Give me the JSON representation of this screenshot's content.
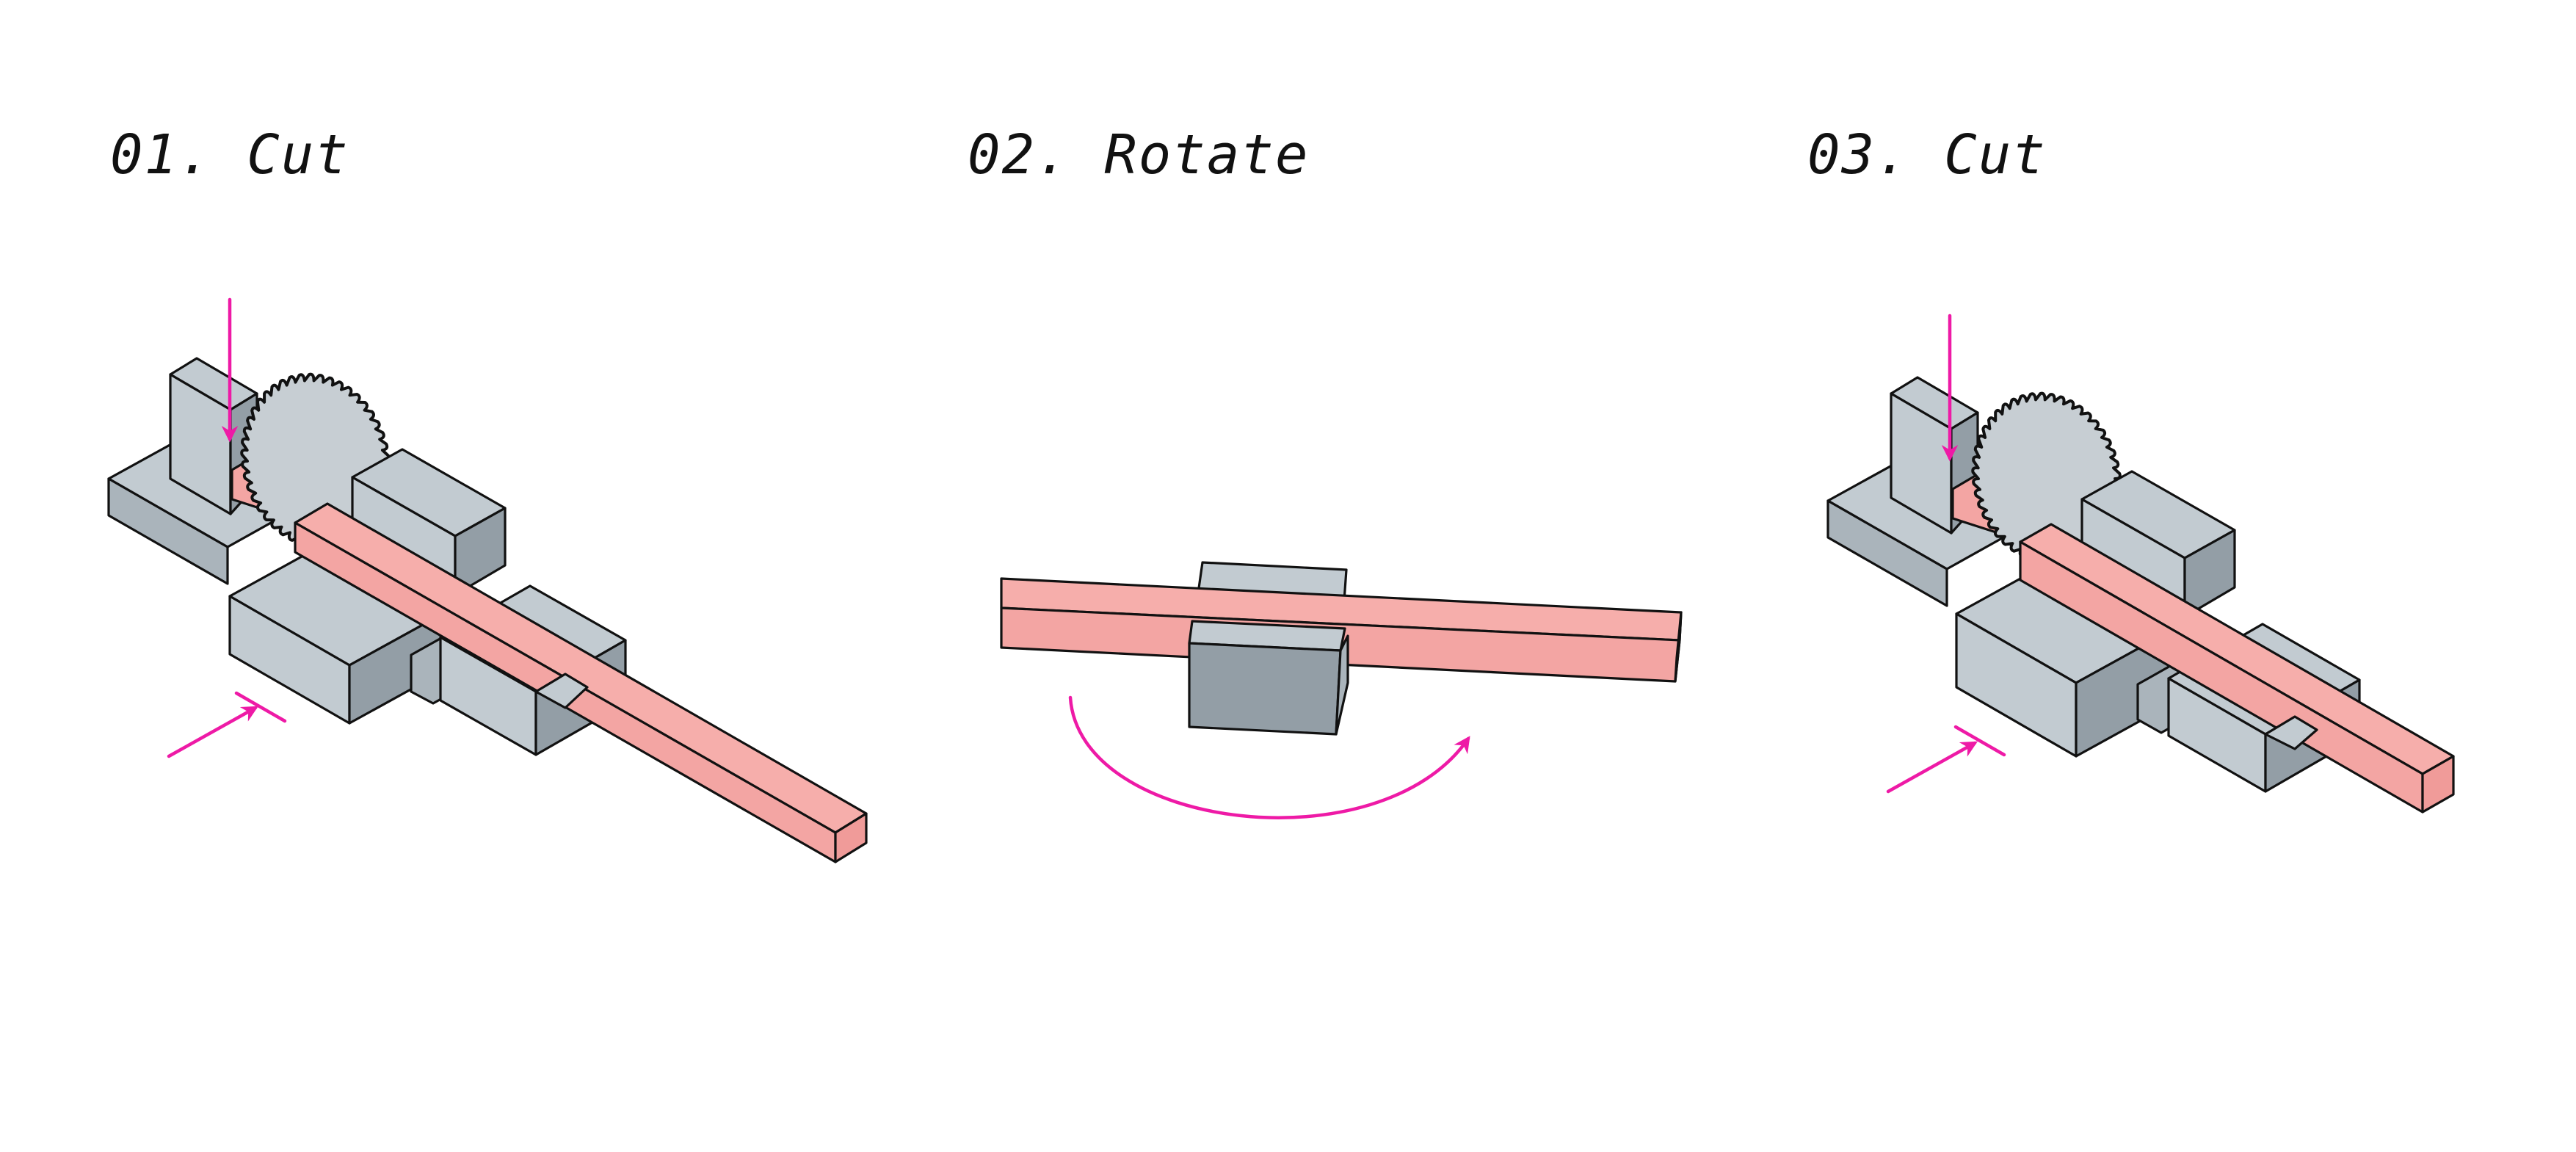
{
  "steps": [
    {
      "id": "cut-1",
      "label": "01. Cut"
    },
    {
      "id": "rotate",
      "label": "02. Rotate"
    },
    {
      "id": "cut-2",
      "label": "03. Cut"
    }
  ],
  "colors": {
    "block_light": "#c2cbd1",
    "block_mid": "#aab4bb",
    "block_dark": "#939ea6",
    "workpiece_top": "#f6aeab",
    "workpiece_side": "#f3a5a3",
    "workpiece_end": "#f09b99",
    "saw_blade": "#c7ced3",
    "guide_arrow": "#ee1aa6",
    "outline": "#111111",
    "title_text": "#111111"
  },
  "icons": {
    "saw": "circular-saw-blade-icon",
    "feed": "feed-direction-arrow-icon",
    "plunge": "plunge-arrow-icon",
    "rotate": "rotation-arrow-icon"
  }
}
